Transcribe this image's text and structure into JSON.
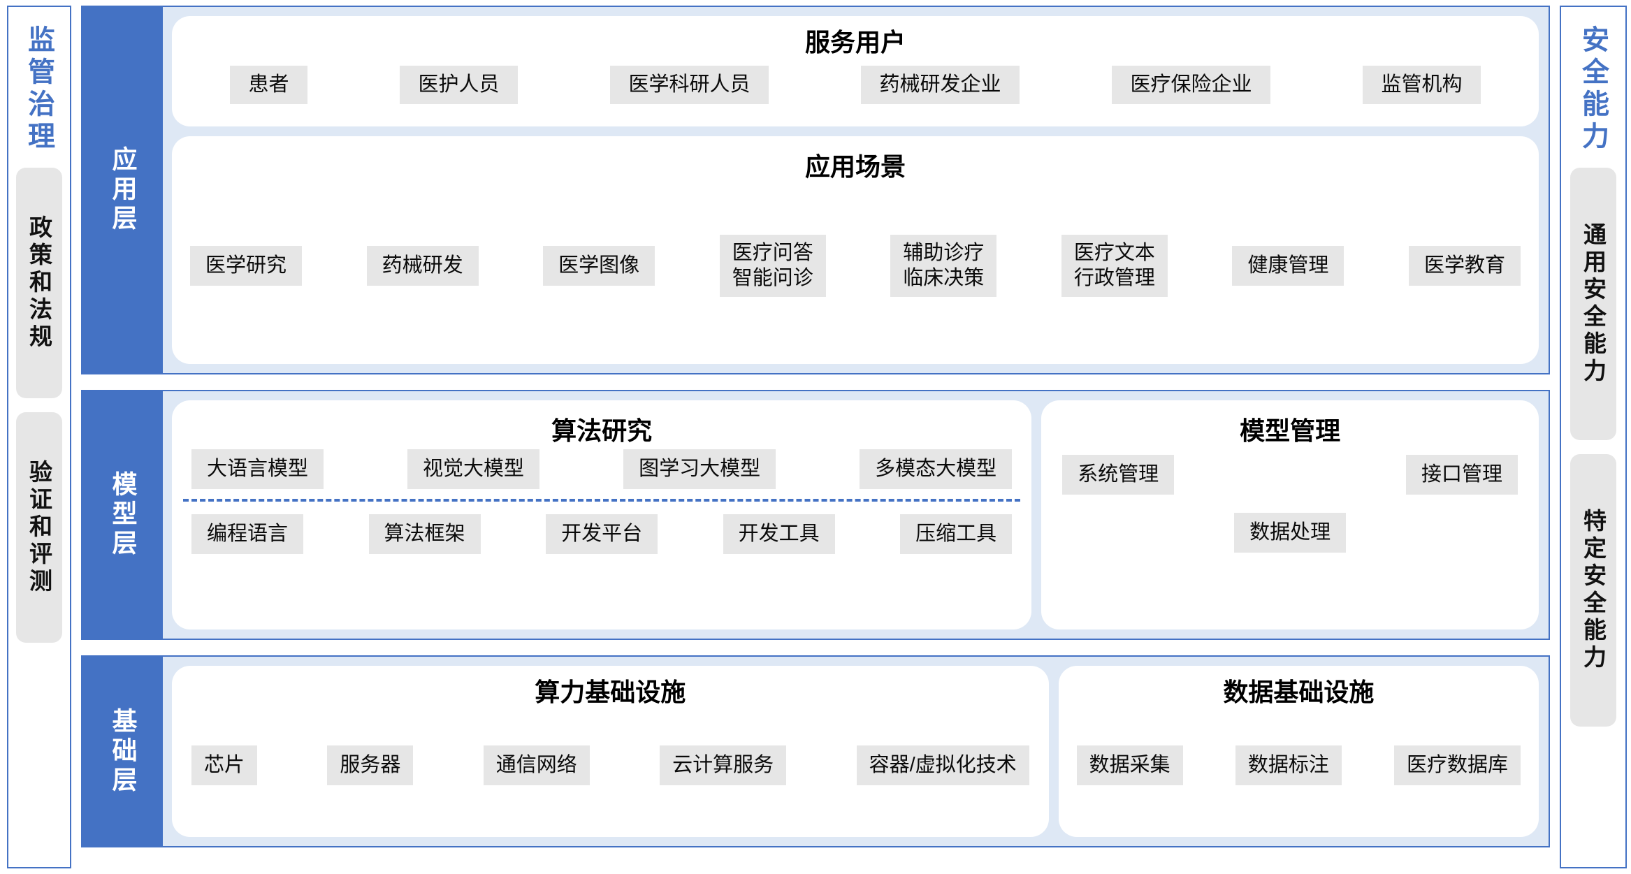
{
  "left_rail": {
    "title": "监管治理",
    "boxes": [
      {
        "label": "政策和法规"
      },
      {
        "label": "验证和评测"
      }
    ]
  },
  "right_rail": {
    "title": "安全能力",
    "boxes": [
      {
        "label": "通用安全能力"
      },
      {
        "label": "特定安全能力"
      }
    ]
  },
  "colors": {
    "accent_blue": "#4472C4",
    "panel_blue": "#DEE8F5",
    "tag_gray": "#E6E6E6",
    "card_white": "#FFFFFF"
  },
  "layers": {
    "application": {
      "tab_label": "应用层",
      "users_card": {
        "title": "服务用户",
        "tags": [
          "患者",
          "医护人员",
          "医学科研人员",
          "药械研发企业",
          "医疗保险企业",
          "监管机构"
        ]
      },
      "scenes_card": {
        "title": "应用场景",
        "tags": [
          "医学研究",
          "药械研发",
          "医学图像",
          "医疗问答\n智能问诊",
          "辅助诊疗\n临床决策",
          "医疗文本\n行政管理",
          "健康管理",
          "医学教育"
        ]
      }
    },
    "model": {
      "tab_label": "模型层",
      "algorithm_card": {
        "title": "算法研究",
        "row1": [
          "大语言模型",
          "视觉大模型",
          "图学习大模型",
          "多模态大模型"
        ],
        "row2": [
          "编程语言",
          "算法框架",
          "开发平台",
          "开发工具",
          "压缩工具"
        ]
      },
      "management_card": {
        "title": "模型管理",
        "row1": [
          "系统管理",
          "接口管理"
        ],
        "row2": [
          "数据处理"
        ]
      }
    },
    "base": {
      "tab_label": "基础层",
      "compute_card": {
        "title": "算力基础设施",
        "tags": [
          "芯片",
          "服务器",
          "通信网络",
          "云计算服务",
          "容器/虚拟化技术"
        ]
      },
      "data_card": {
        "title": "数据基础设施",
        "tags": [
          "数据采集",
          "数据标注",
          "医疗数据库"
        ]
      }
    }
  }
}
